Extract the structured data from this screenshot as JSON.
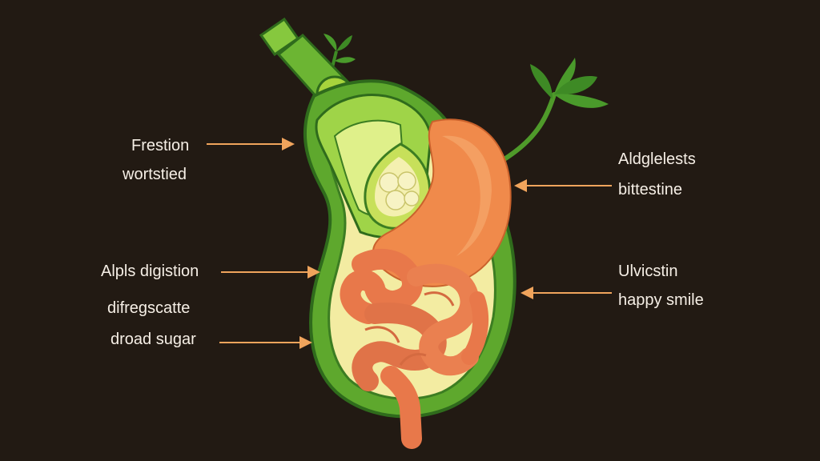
{
  "labels": {
    "left": [
      "Frestion",
      "wortstied",
      "Alpls digistion",
      "difregscatte",
      "droad sugar"
    ],
    "right": [
      "Aldglelests",
      "bittestine",
      "Ulvicstin",
      "happy smile"
    ]
  },
  "colors": {
    "background": "#221a13",
    "organ_green": "#5ea82d",
    "organ_dark_green": "#2f6b1c",
    "lining_yellow": "#f3eca2",
    "stomach_orange": "#f08a4b",
    "intestine_orange": "#e87b4f",
    "arrow": "#f0a45c",
    "text": "#f6efe6"
  },
  "icons": [
    "leaf-sprig-icon",
    "bottle-cap-icon"
  ]
}
